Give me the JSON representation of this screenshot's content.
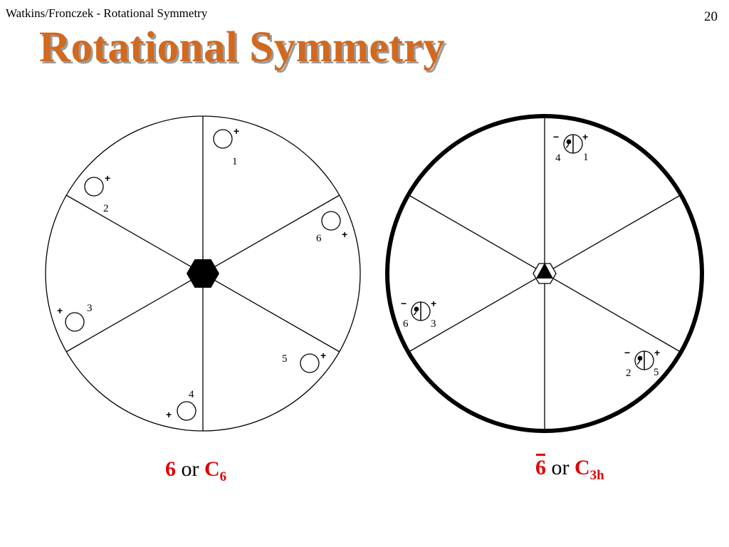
{
  "header": {
    "source": "Watkins/Fronczek - Rotational Symmetry",
    "page_number": "20"
  },
  "title": "Rotational Symmetry",
  "left_diagram": {
    "labels": [
      "1",
      "2",
      "3",
      "4",
      "5",
      "6"
    ],
    "signs": [
      "+",
      "+",
      "+",
      "+",
      "+",
      "+"
    ],
    "center_symbol": "hexagon-icon"
  },
  "right_diagram": {
    "pairs": [
      {
        "plus_sign": "+",
        "minus_sign": "−",
        "plus_label": "1",
        "minus_label": "4"
      },
      {
        "plus_sign": "+",
        "minus_sign": "−",
        "plus_label": "3",
        "minus_label": "6"
      },
      {
        "plus_sign": "+",
        "minus_sign": "−",
        "plus_label": "5",
        "minus_label": "2"
      }
    ],
    "center_symbol": "triangle-in-hexagon-icon"
  },
  "captions": {
    "left": {
      "main": "6",
      "or": "or",
      "sym": "C",
      "sub": "6"
    },
    "right": {
      "main": "6",
      "or": "or",
      "sym": "C",
      "sub": "3h"
    }
  },
  "colors": {
    "title": "#d2691e",
    "accent": "#e00000"
  }
}
